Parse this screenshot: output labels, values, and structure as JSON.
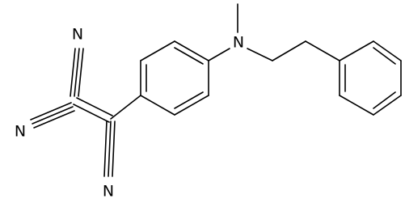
{
  "structure": {
    "atoms": {
      "nitrile_n_top": "N",
      "nitrile_n_left": "N",
      "nitrile_n_bottom": "N",
      "amine_n": "N"
    },
    "colors": {
      "bond": "#000000",
      "background": "#ffffff"
    }
  }
}
